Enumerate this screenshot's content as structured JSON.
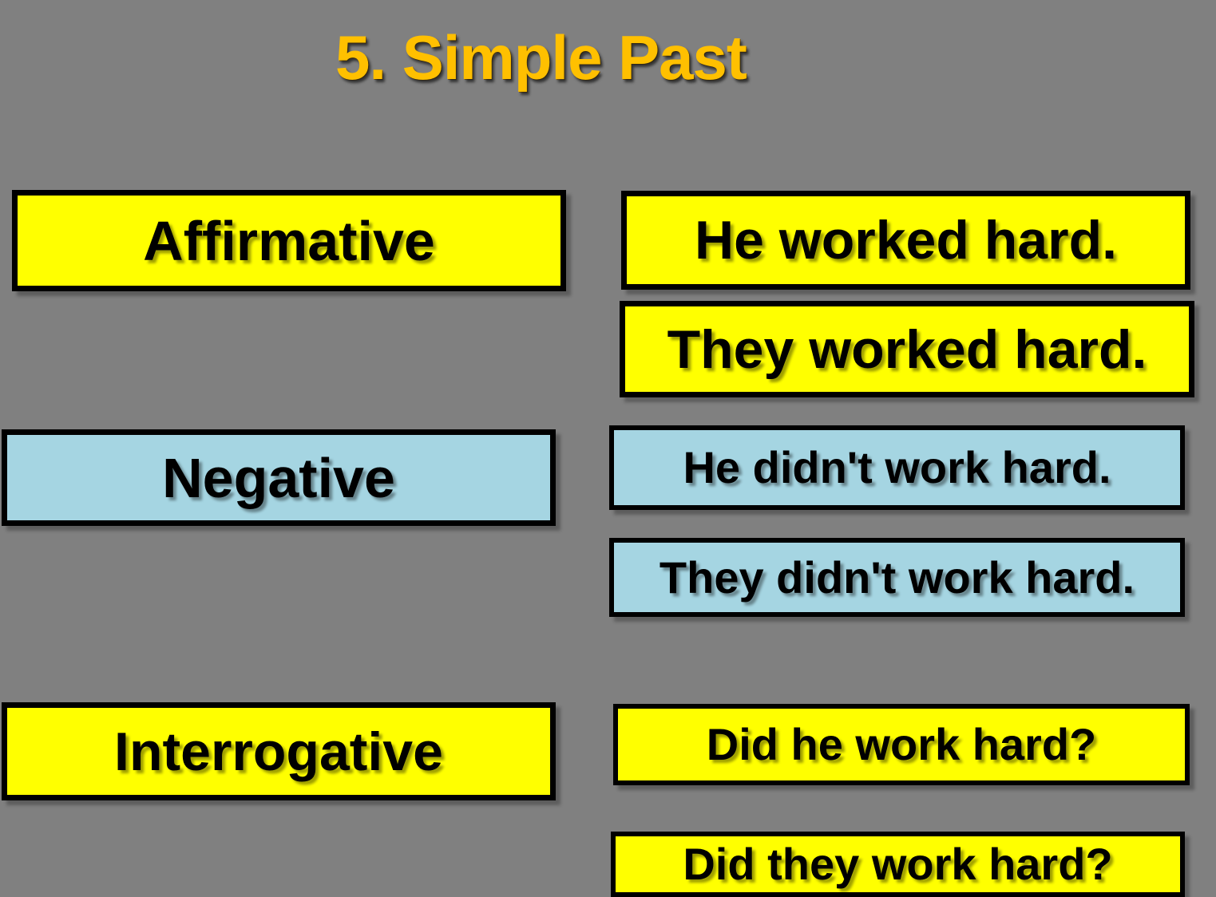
{
  "title": "5. Simple Past",
  "colors": {
    "background": "#808080",
    "yellow": "#FFFF00",
    "blue": "#A5D5E2",
    "border": "#000000",
    "gold": "#FFC000",
    "text": "#000000"
  },
  "labels": [
    {
      "text": "Affirmative",
      "variant": "yellow"
    },
    {
      "text": "Negative",
      "variant": "blue"
    },
    {
      "text": "Interrogative",
      "variant": "yellow"
    }
  ],
  "examples": [
    {
      "text": "He worked hard.",
      "variant": "yellow"
    },
    {
      "text": "They worked hard.",
      "variant": "yellow"
    },
    {
      "text": "He didn't work hard.",
      "variant": "blue"
    },
    {
      "text": "They didn't work hard.",
      "variant": "blue"
    },
    {
      "text": "Did he work hard?",
      "variant": "yellow"
    },
    {
      "text": "Did they work hard?",
      "variant": "yellow"
    }
  ]
}
